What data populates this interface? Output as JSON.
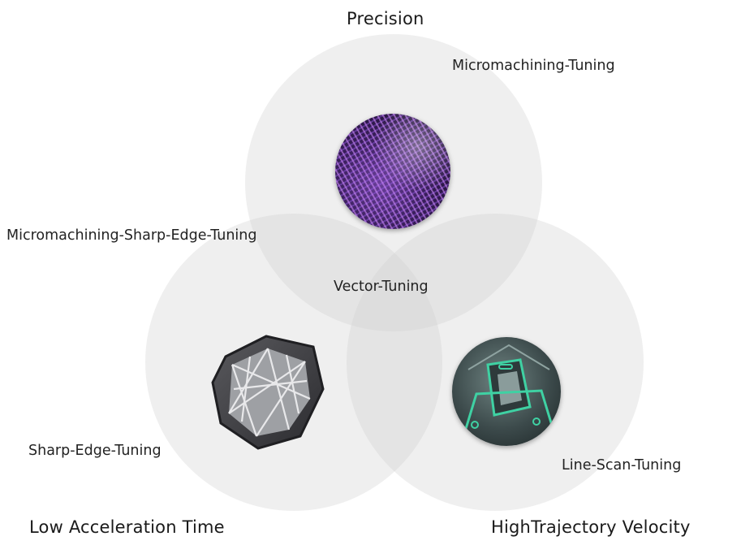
{
  "diagram": {
    "axes": {
      "precision": "Precision",
      "low_acceleration": "Low Acceleration Time",
      "high_velocity": "HighTrajectory Velocity"
    },
    "tunings": {
      "micromachining": "Micromachining-Tuning",
      "micromachining_sharp_edge": "Micromachining-Sharp-Edge-Tuning",
      "vector": "Vector-Tuning",
      "sharp_edge": "Sharp-Edge-Tuning",
      "line_scan": "Line-Scan-Tuning"
    },
    "images": {
      "wafer": "silicon-wafer",
      "lattice": "lattice-metal-part",
      "mold": "micro-mold-cavity"
    },
    "colors": {
      "circle_fill": "#e6e6e6",
      "text": "#1a1a1a",
      "mold_edge": "#3fd1a3"
    }
  }
}
